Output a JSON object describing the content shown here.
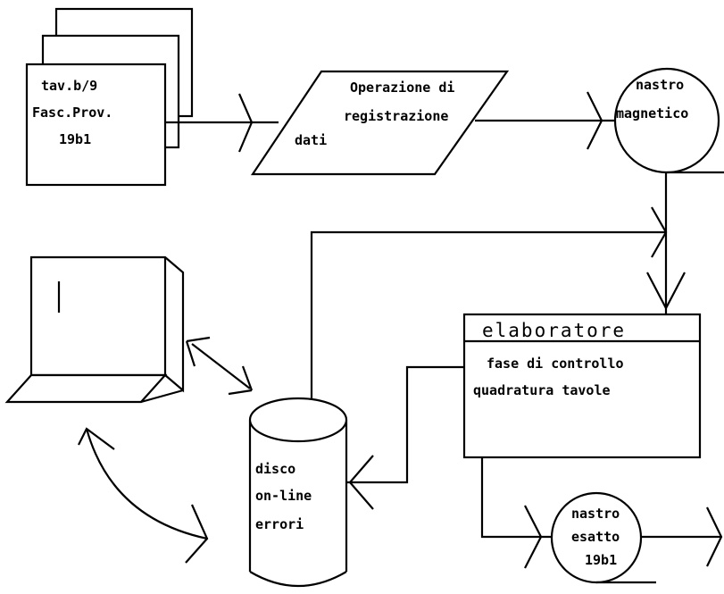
{
  "diagram": {
    "documents": {
      "line1": "tav.b/9",
      "line2": "Fasc.Prov.",
      "line3": "19b1"
    },
    "registration": {
      "line1": "Operazione di",
      "line2": "registrazione",
      "line3": "dati"
    },
    "tape_in": {
      "line1": "nastro",
      "line2": "magnetico"
    },
    "processor": {
      "title": "elaboratore",
      "line1": "fase di controllo",
      "line2": "quadratura tavole"
    },
    "disk": {
      "line1": "disco",
      "line2": "on-line",
      "line3": "errori"
    },
    "tape_out": {
      "line1": "nastro",
      "line2": "esatto",
      "line3": "19b1"
    }
  }
}
